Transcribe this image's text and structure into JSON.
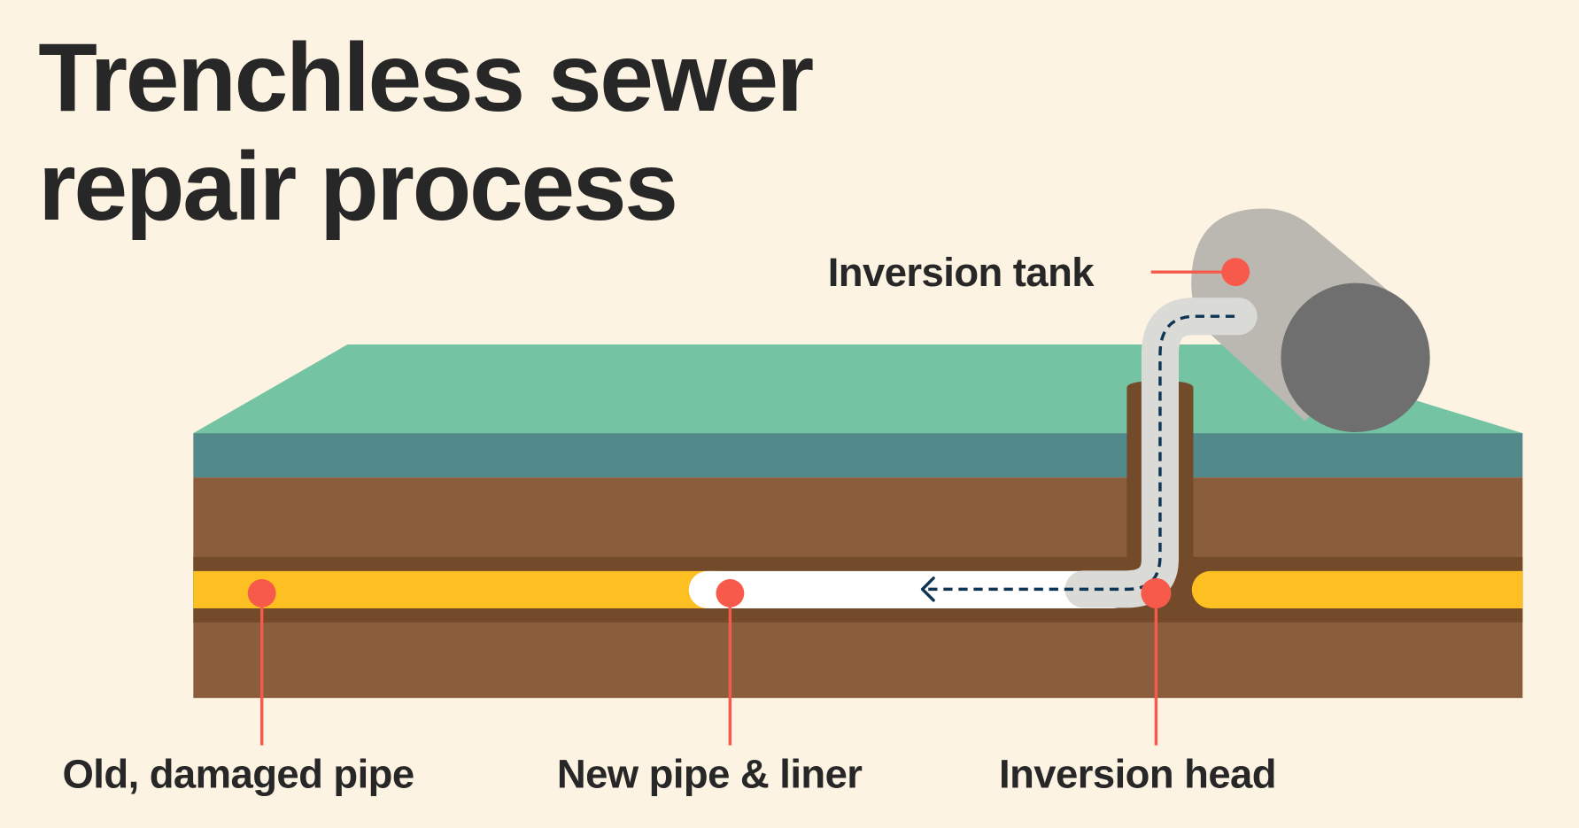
{
  "title": {
    "line1": "Trenchless sewer",
    "line2": "repair process"
  },
  "labels": {
    "inversion_tank": "Inversion tank",
    "old_pipe": "Old, damaged pipe",
    "new_pipe": "New pipe & liner",
    "inversion_head": "Inversion head"
  },
  "colors": {
    "background": "#fdf3e3",
    "grass": "#74c4a4",
    "topsoil": "#52898b",
    "soil": "#8a5d3c",
    "soil_dark": "#744b2a",
    "old_pipe": "#fdbf21",
    "new_pipe": "#ffffff",
    "liner_hose": "#dadad6",
    "tank_body": "#bbb8b2",
    "tank_end": "#6f6f6f",
    "marker": "#f75a4a",
    "flow_arrow": "#0f3555",
    "text": "#272727"
  }
}
